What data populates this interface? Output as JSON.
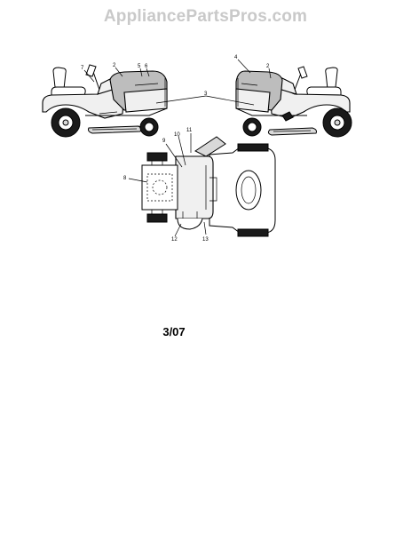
{
  "watermark": "AppliancePartsPros.com",
  "date_code": "3/07",
  "callouts": {
    "c2a": "2",
    "c2b": "2",
    "c3": "3",
    "c4": "4",
    "c5": "5",
    "c6": "6",
    "c7": "7",
    "c8": "8",
    "c9": "9",
    "c10": "10",
    "c11": "11",
    "c12": "12",
    "c13": "13"
  }
}
